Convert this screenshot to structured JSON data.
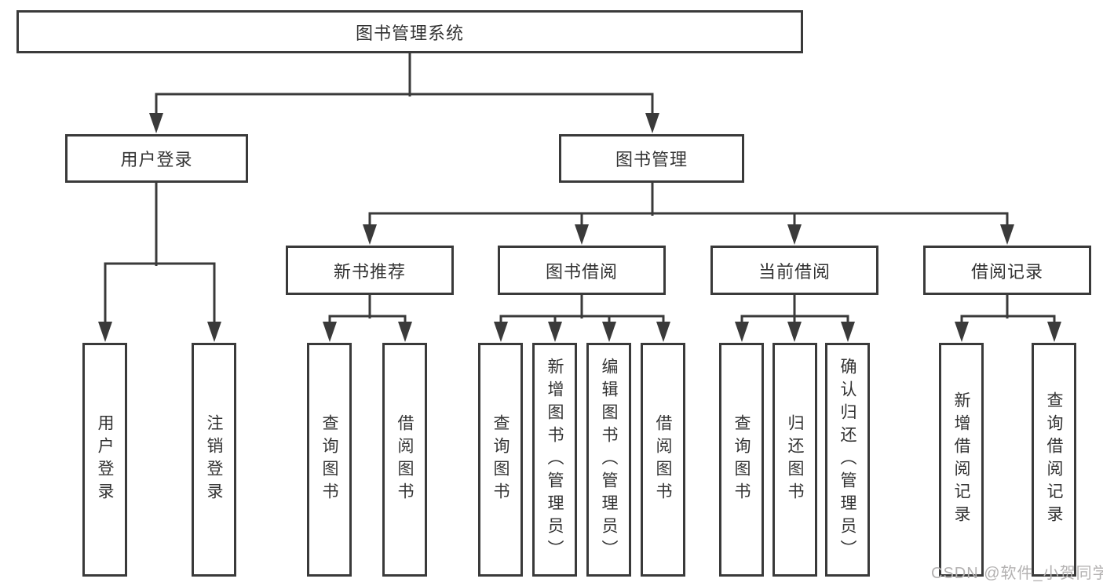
{
  "watermark": "CSDN @软件_小贺同学",
  "colors": {
    "line": "#3a3a3a",
    "text": "#333333",
    "watermark": "#b3b1b1",
    "background": "#ffffff"
  },
  "tree": {
    "root": {
      "label": "图书管理系统",
      "children": [
        {
          "label": "用户登录",
          "children": [
            {
              "label": "用户登录"
            },
            {
              "label": "注销登录"
            }
          ]
        },
        {
          "label": "图书管理",
          "children": [
            {
              "label": "新书推荐",
              "children": [
                {
                  "label": "查询图书"
                },
                {
                  "label": "借阅图书"
                }
              ]
            },
            {
              "label": "图书借阅",
              "children": [
                {
                  "label": "查询图书"
                },
                {
                  "label": "新增图书（管理员）"
                },
                {
                  "label": "编辑图书（管理员）"
                },
                {
                  "label": "借阅图书"
                }
              ]
            },
            {
              "label": "当前借阅",
              "children": [
                {
                  "label": "查询图书"
                },
                {
                  "label": "归还图书"
                },
                {
                  "label": "确认归还（管理员）"
                }
              ]
            },
            {
              "label": "借阅记录",
              "children": [
                {
                  "label": "新增借阅记录"
                },
                {
                  "label": "查询借阅记录"
                }
              ]
            }
          ]
        }
      ]
    }
  }
}
